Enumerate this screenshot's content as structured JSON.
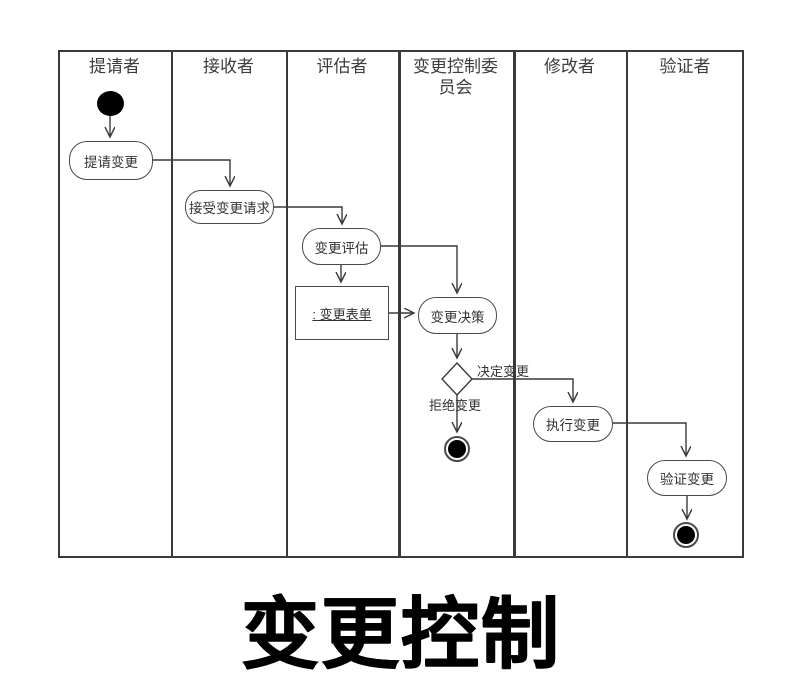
{
  "diagram": {
    "title": "变更控制",
    "lanes": [
      {
        "label": "提请者"
      },
      {
        "label": "接收者"
      },
      {
        "label": "评估者"
      },
      {
        "label": "变更控制委员会"
      },
      {
        "label": "修改者"
      },
      {
        "label": "验证者"
      }
    ],
    "nodes": {
      "propose": "提请变更",
      "accept": "接受变更请求",
      "evaluate": "变更评估",
      "form": ": 变更表单",
      "decide": "变更决策",
      "execute": "执行变更",
      "verify": "验证变更"
    },
    "edge_labels": {
      "approve": "决定变更",
      "reject": "拒绝变更"
    },
    "colors": {
      "line": "#3a3a3a",
      "text": "#333333",
      "title": "#000000",
      "background": "#ffffff"
    }
  }
}
